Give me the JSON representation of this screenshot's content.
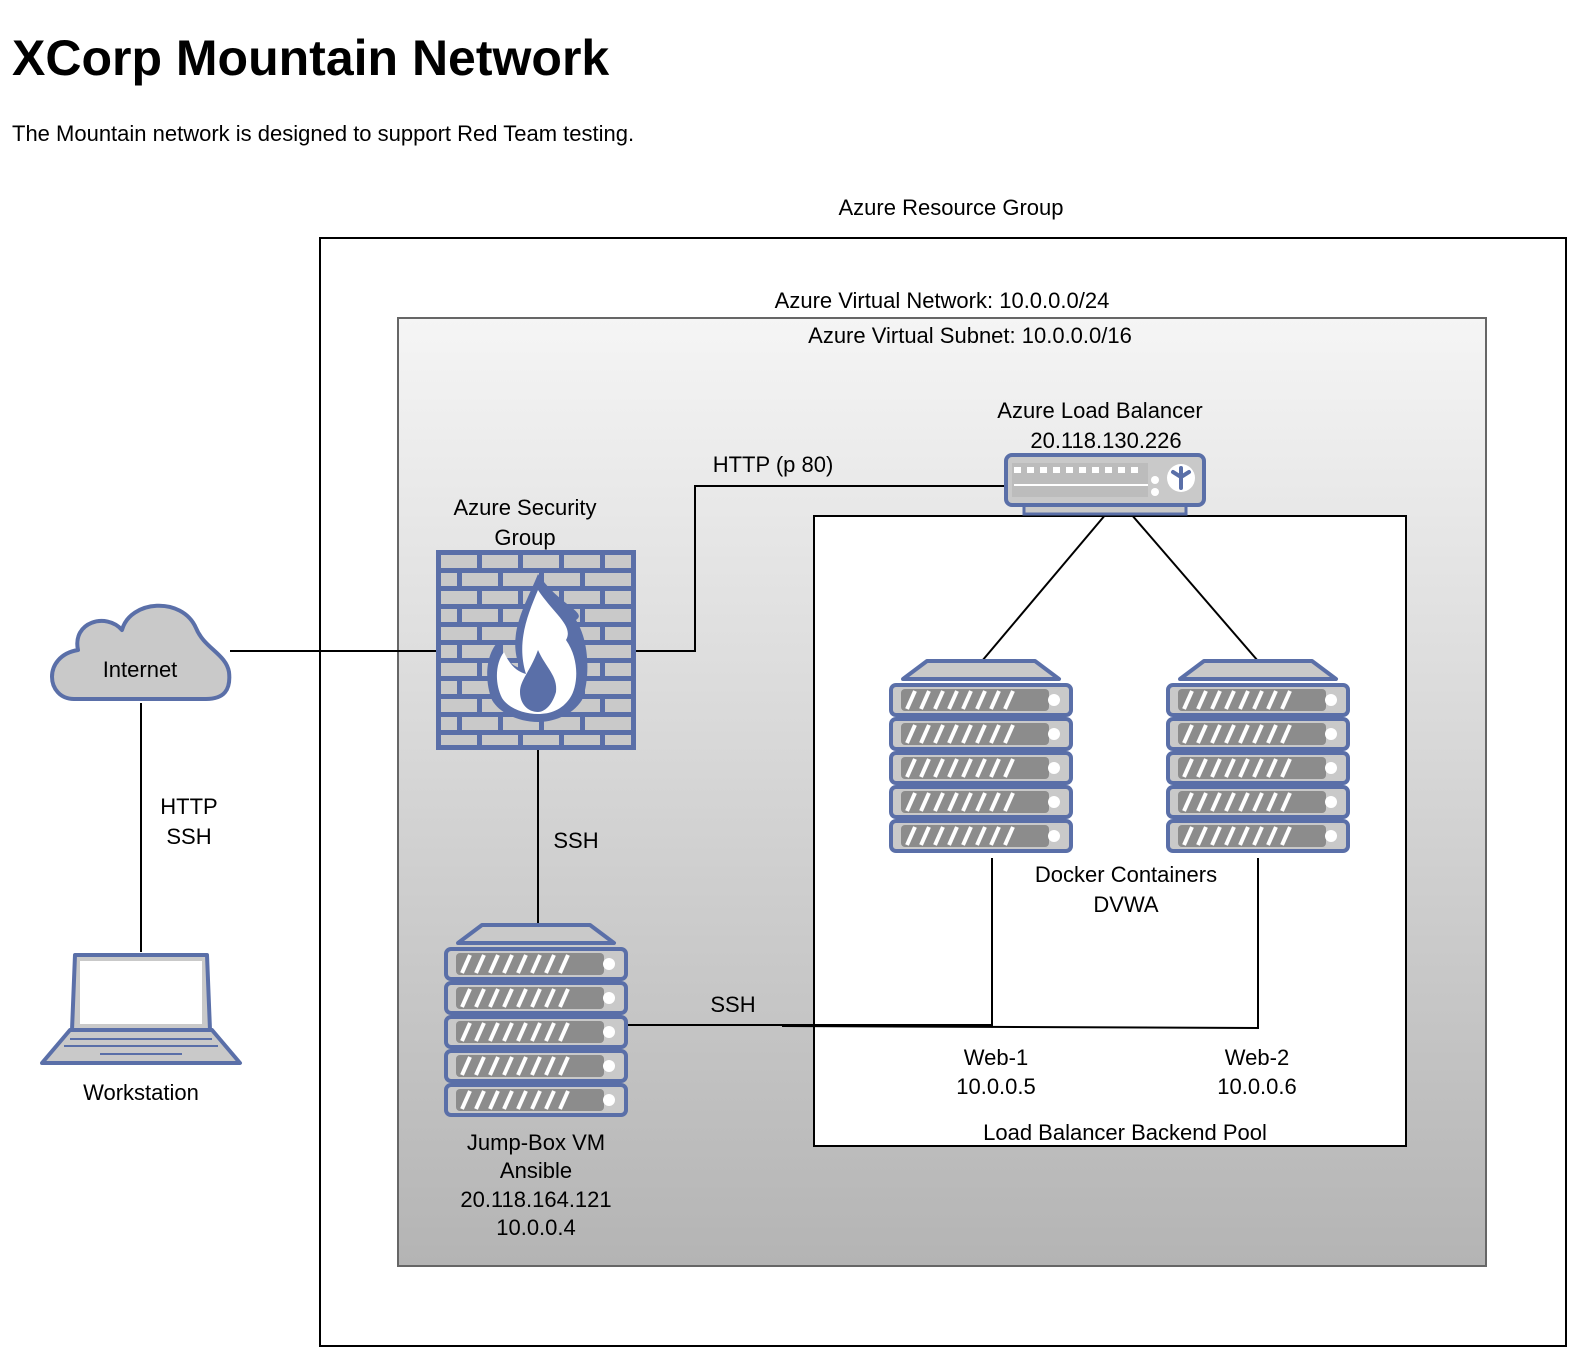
{
  "header": {
    "title": "XCorp Mountain Network",
    "subtitle": "The Mountain network is designed to support Red Team testing."
  },
  "colors": {
    "icon_stroke": "#5a6fa8",
    "icon_fill": "#c9c9c9",
    "vnet_gradient_top": "#f5f5f5",
    "vnet_gradient_bottom": "#b4b4b4"
  },
  "diagram": {
    "resource_group_label": "Azure Resource Group",
    "vnet_label": "Azure Virtual Network: 10.0.0.0/24",
    "subnet_label": "Azure Virtual Subnet: 10.0.0.0/16",
    "internet": {
      "label": "Internet",
      "icon": "cloud-icon"
    },
    "workstation": {
      "label": "Workstation",
      "icon": "laptop-icon"
    },
    "workstation_link": {
      "line1": "HTTP",
      "line2": "SSH"
    },
    "security_group": {
      "line1": "Azure Security",
      "line2": "Group",
      "icon": "firewall-icon"
    },
    "http_link": "HTTP (p 80)",
    "load_balancer": {
      "name": "Azure Load Balancer",
      "ip": "20.118.130.226",
      "icon": "load-balancer-icon"
    },
    "ssh_link_firewall": "SSH",
    "ssh_link_jumpbox": "SSH",
    "jump_box": {
      "line1": "Jump-Box VM",
      "line2": "Ansible",
      "public_ip": "20.118.164.121",
      "private_ip": "10.0.0.4",
      "icon": "server-icon"
    },
    "docker": {
      "line1": "Docker Containers",
      "line2": "DVWA"
    },
    "web1": {
      "name": "Web-1",
      "ip": "10.0.0.5",
      "icon": "server-icon"
    },
    "web2": {
      "name": "Web-2",
      "ip": "10.0.0.6",
      "icon": "server-icon"
    },
    "backend_pool_label": "Load Balancer Backend Pool"
  }
}
